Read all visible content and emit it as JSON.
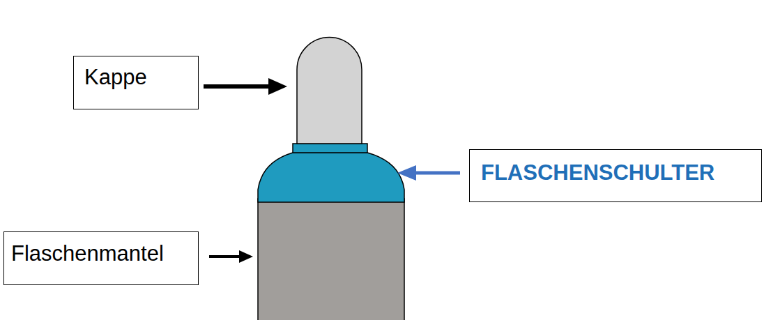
{
  "diagram": {
    "nodes": [
      {
        "text": [
          "Kappe"
        ]
      },
      {
        "text": [
          "FLASCHENSCHULTER"
        ]
      },
      {
        "text": [
          "Flaschenmantel"
        ]
      }
    ]
  }
}
